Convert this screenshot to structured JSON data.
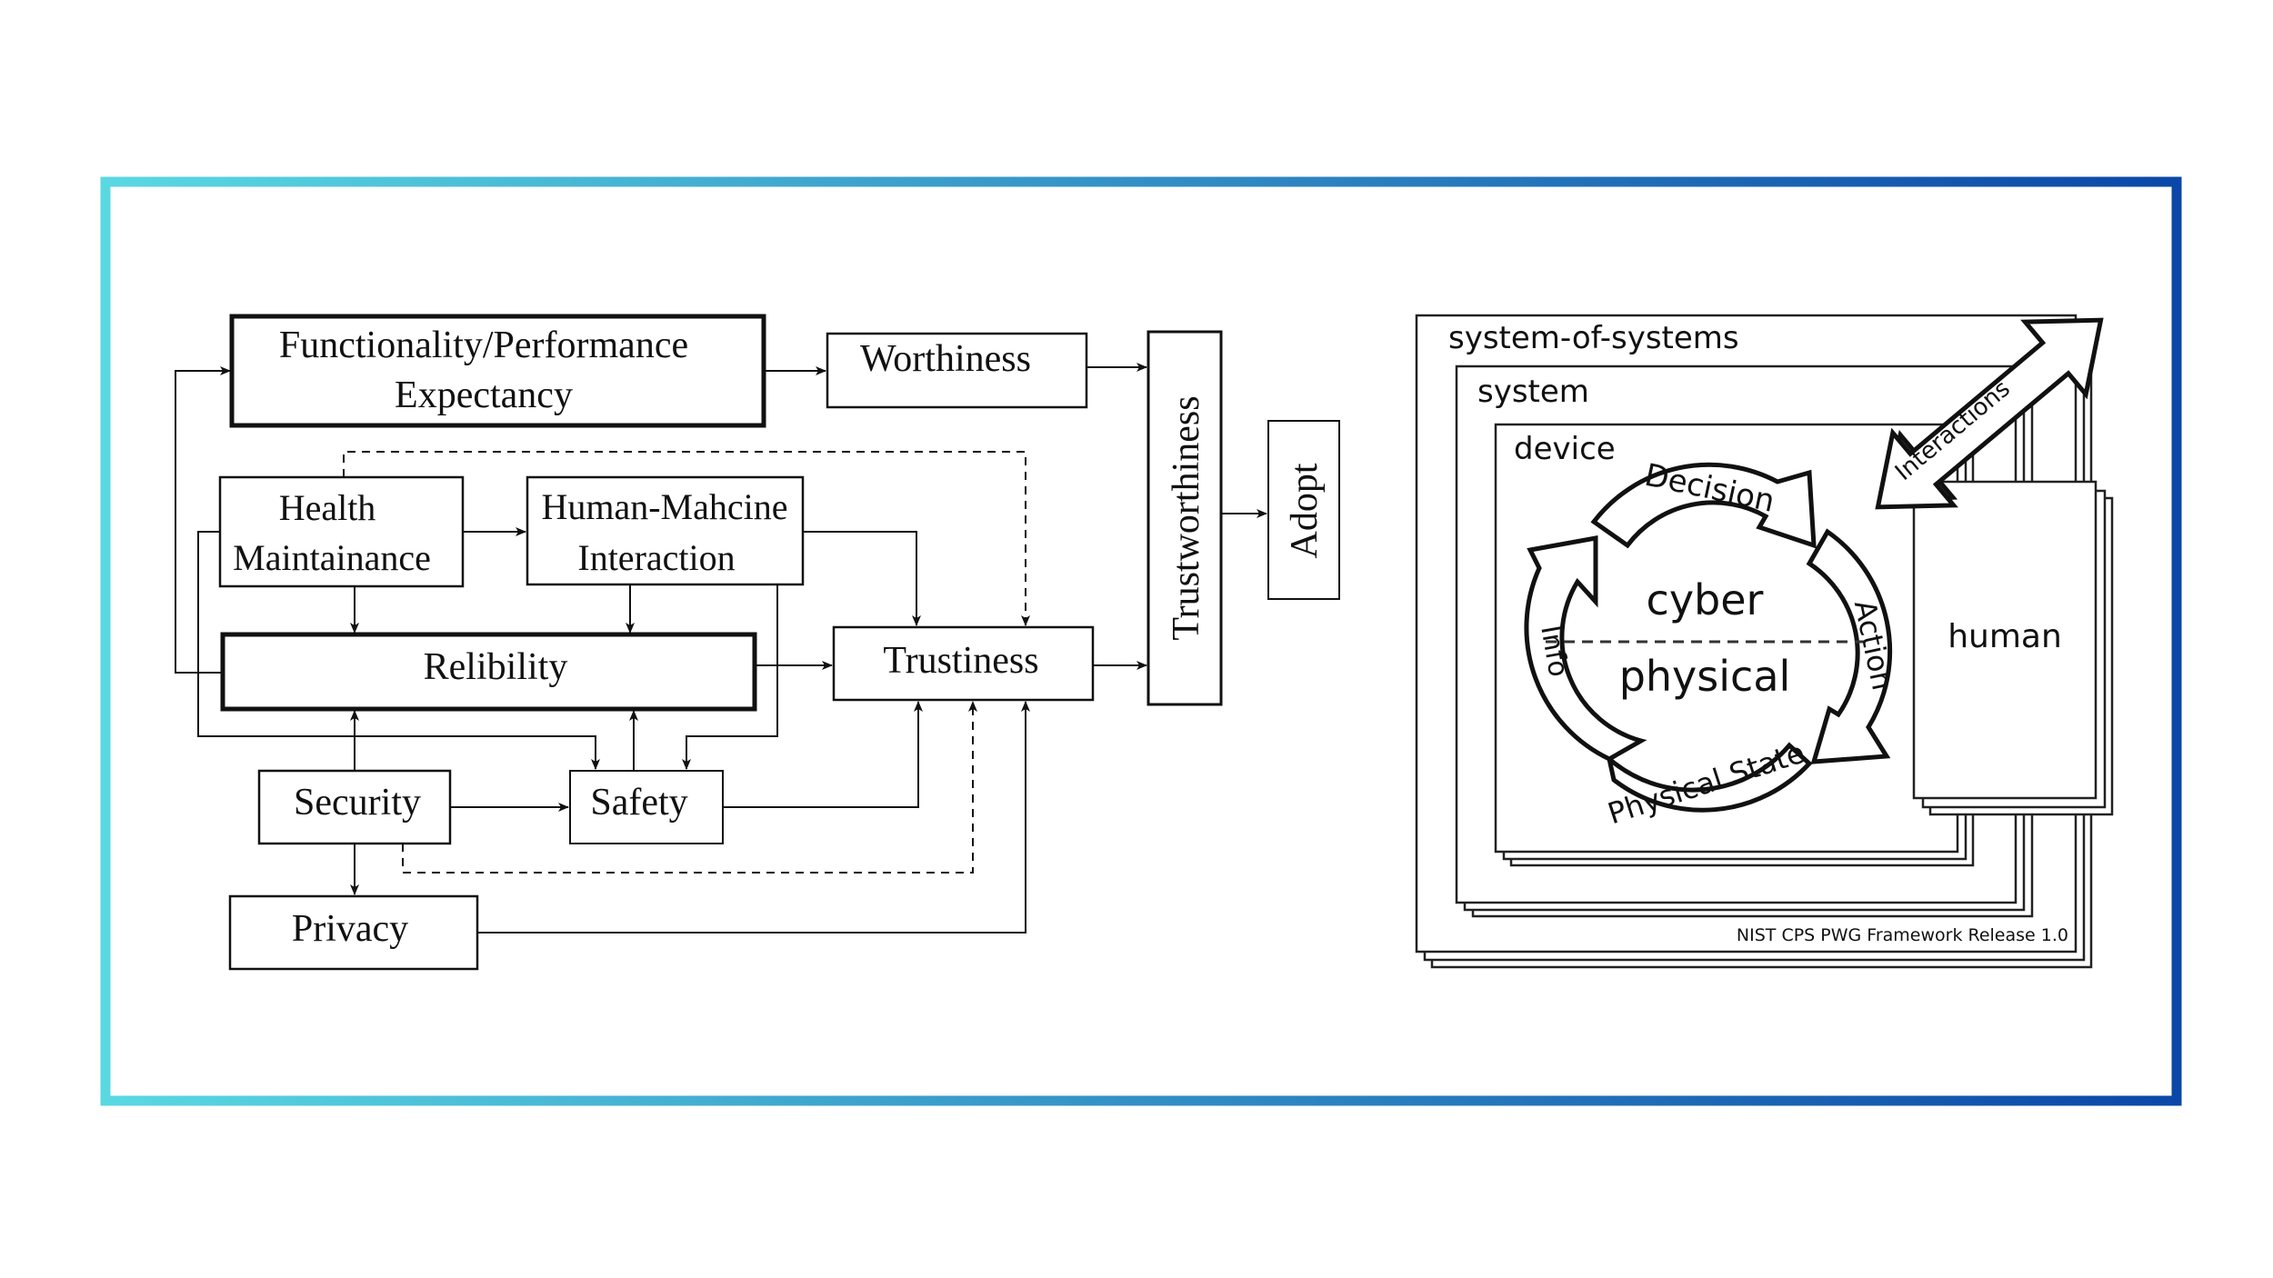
{
  "left_diagram": {
    "nodes": {
      "functionality": [
        "Functionality/Performance",
        "Expectancy"
      ],
      "worthiness": "Worthiness",
      "trustworthiness": "Trustworthiness",
      "adopt": "Adopt",
      "health": [
        "Health",
        "Maintainance"
      ],
      "hmi": [
        "Human-Mahcine",
        "Interaction"
      ],
      "reliability": "Relibility",
      "trustiness": "Trustiness",
      "security": "Security",
      "safety": "Safety",
      "privacy": "Privacy"
    }
  },
  "right_diagram": {
    "layers": {
      "system_of_systems": "system-of-systems",
      "system": "system",
      "device": "device"
    },
    "cycle": {
      "decision": "Decision",
      "action": "Action",
      "physical_state": "Physical State",
      "info": "Info",
      "cyber": "cyber",
      "physical": "physical"
    },
    "interactions": "Interactions",
    "human": "human",
    "credit": "NIST CPS PWG Framework Release 1.0"
  },
  "colors": {
    "frame_gradient_start": "#5ad8e2",
    "frame_gradient_end": "#0b47a8",
    "stroke": "#111111"
  }
}
